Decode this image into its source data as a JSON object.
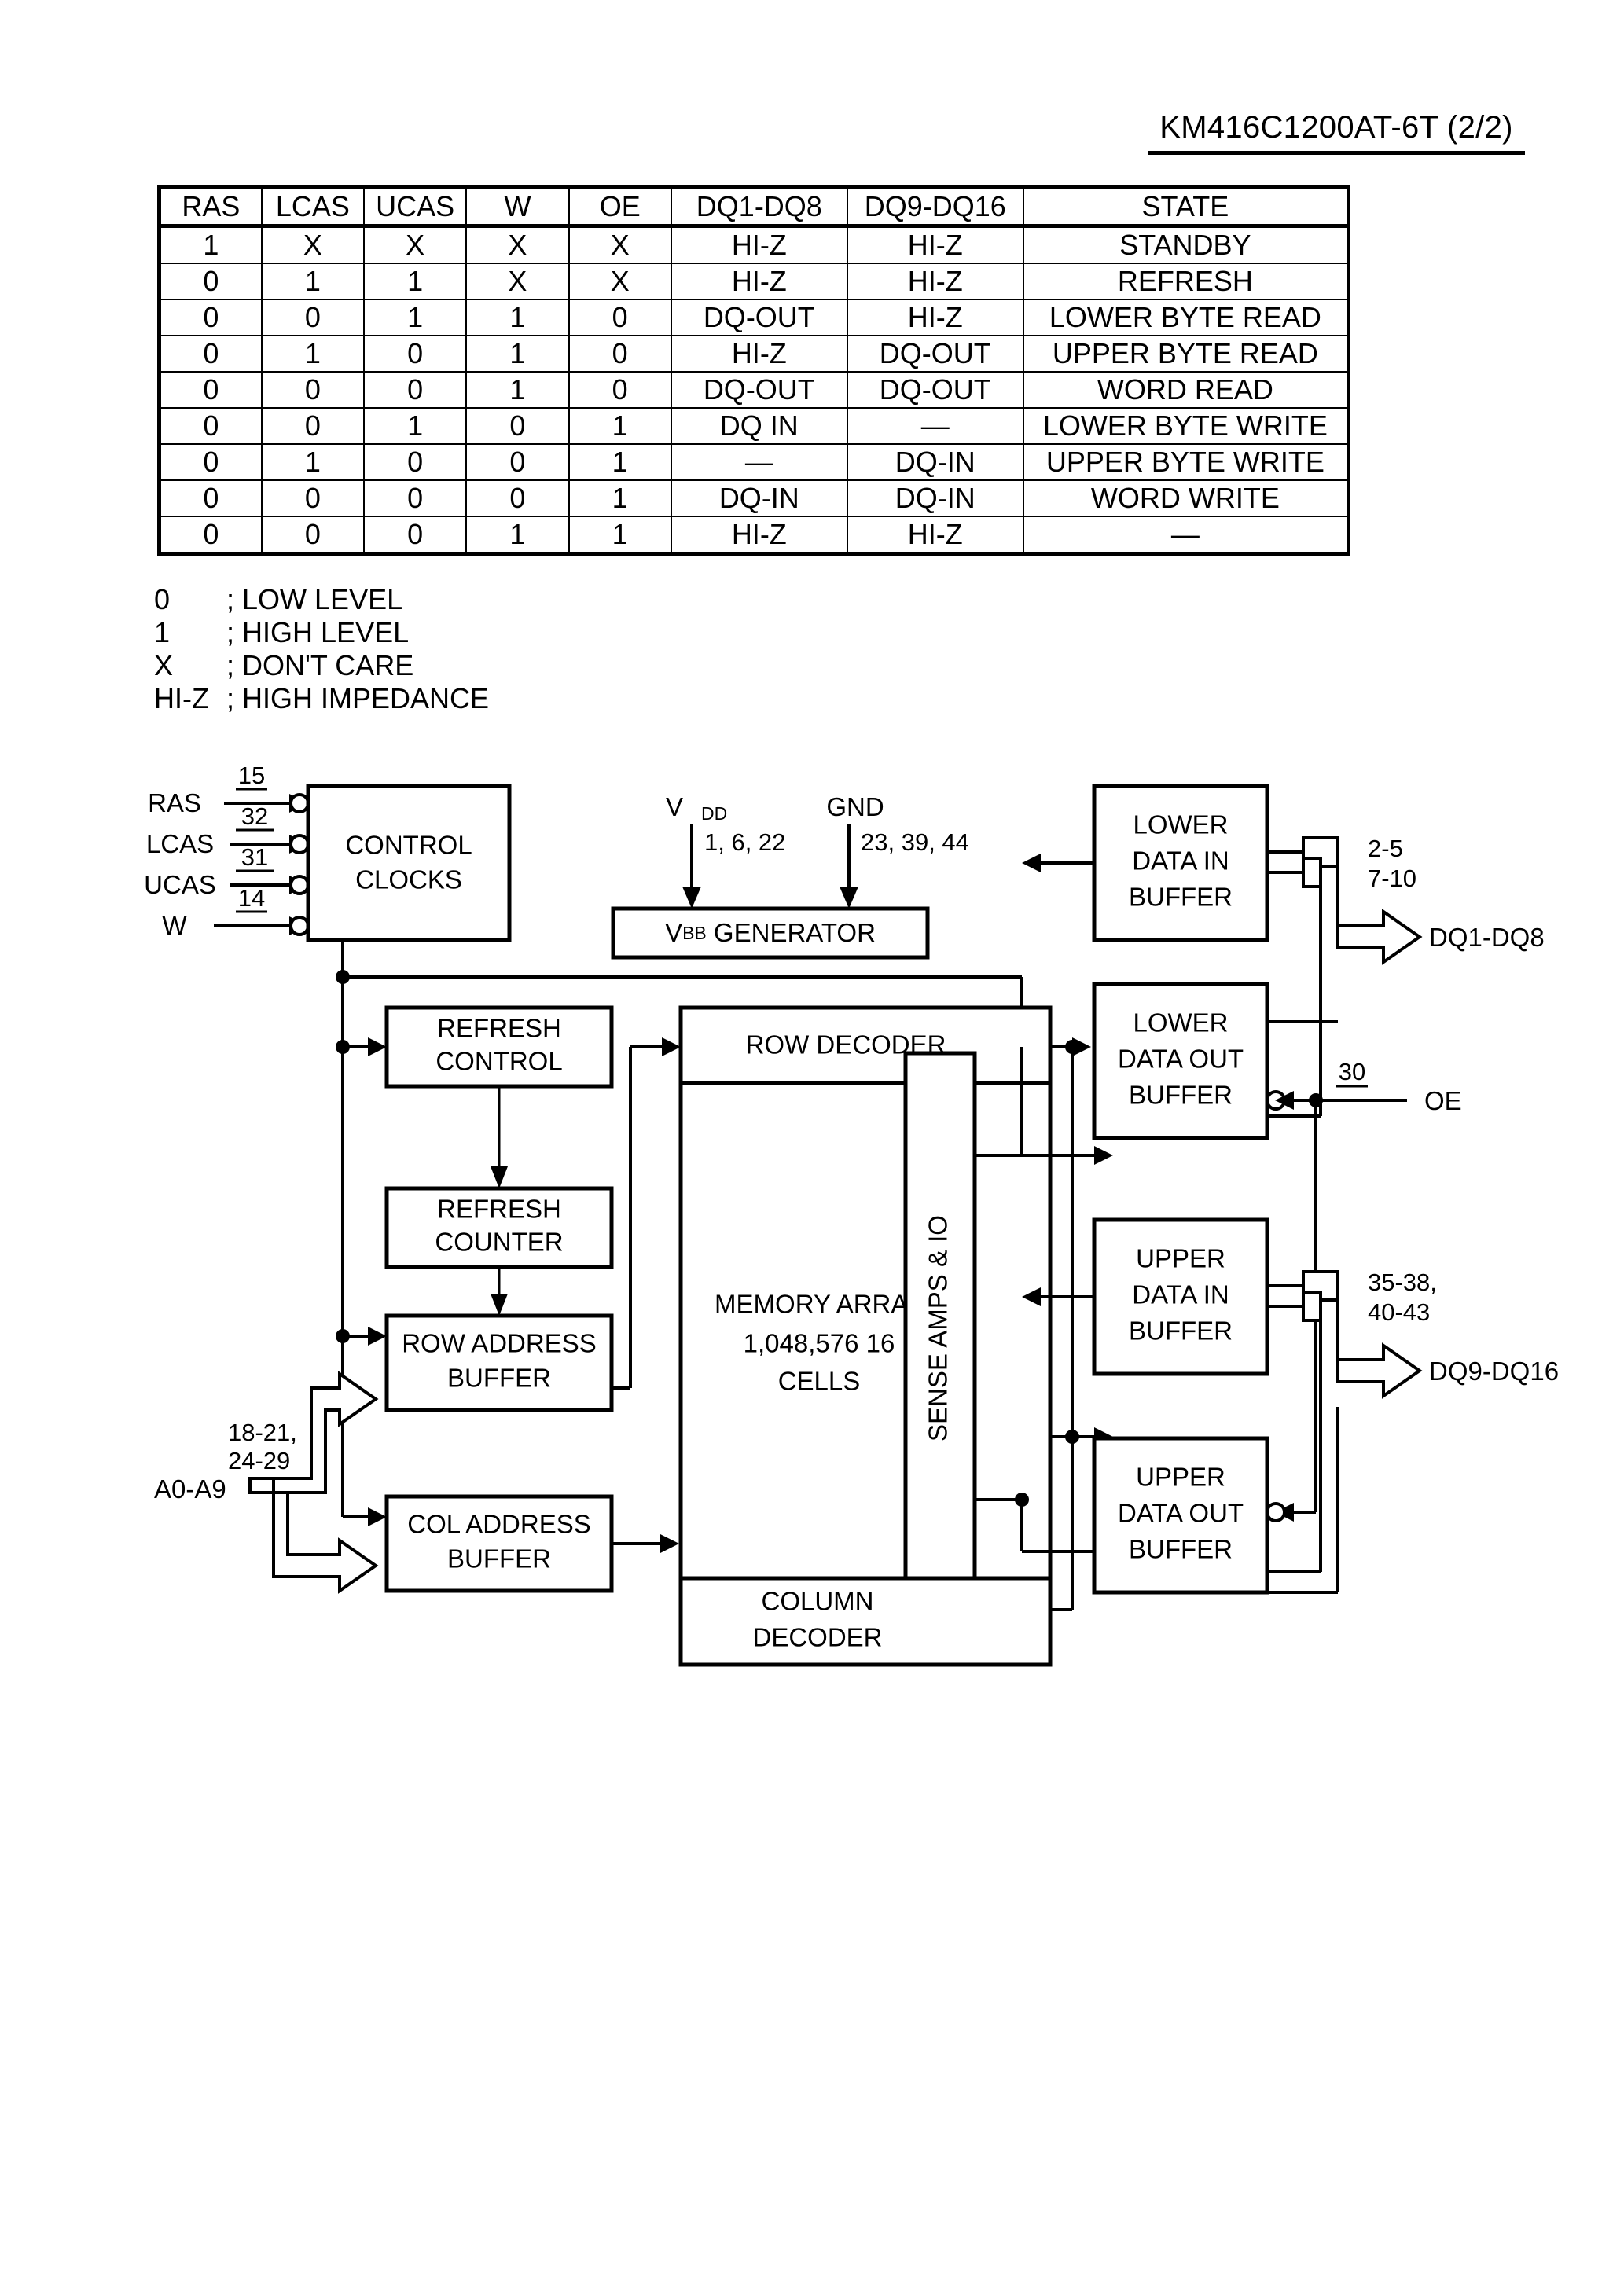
{
  "header": {
    "part_number": "KM416C1200AT-6T (2/2)"
  },
  "truth_table": {
    "columns": [
      "RAS",
      "LCAS",
      "UCAS",
      "W",
      "OE",
      "DQ1-DQ8",
      "DQ9-DQ16",
      "STATE"
    ],
    "rows": [
      [
        "1",
        "X",
        "X",
        "X",
        "X",
        "HI-Z",
        "HI-Z",
        "STANDBY"
      ],
      [
        "0",
        "1",
        "1",
        "X",
        "X",
        "HI-Z",
        "HI-Z",
        "REFRESH"
      ],
      [
        "0",
        "0",
        "1",
        "1",
        "0",
        "DQ-OUT",
        "HI-Z",
        "LOWER BYTE READ"
      ],
      [
        "0",
        "1",
        "0",
        "1",
        "0",
        "HI-Z",
        "DQ-OUT",
        "UPPER BYTE READ"
      ],
      [
        "0",
        "0",
        "0",
        "1",
        "0",
        "DQ-OUT",
        "DQ-OUT",
        "WORD READ"
      ],
      [
        "0",
        "0",
        "1",
        "0",
        "1",
        "DQ IN",
        "—",
        "LOWER BYTE WRITE"
      ],
      [
        "0",
        "1",
        "0",
        "0",
        "1",
        "—",
        "DQ-IN",
        "UPPER BYTE WRITE"
      ],
      [
        "0",
        "0",
        "0",
        "0",
        "1",
        "DQ-IN",
        "DQ-IN",
        "WORD WRITE"
      ],
      [
        "0",
        "0",
        "0",
        "1",
        "1",
        "HI-Z",
        "HI-Z",
        "—"
      ]
    ]
  },
  "legend": [
    {
      "symbol": "0",
      "separator": ";",
      "meaning": "LOW LEVEL"
    },
    {
      "symbol": "1",
      "separator": ";",
      "meaning": "HIGH LEVEL"
    },
    {
      "symbol": "X",
      "separator": ";",
      "meaning": "DON'T CARE"
    },
    {
      "symbol": "HI-Z",
      "separator": ";",
      "meaning": "HIGH IMPEDANCE"
    }
  ],
  "block_diagram": {
    "blocks": {
      "control_clocks": {
        "line1": "CONTROL",
        "line2": "CLOCKS"
      },
      "vbb_generator": {
        "prefix": "V",
        "subscript": "BB",
        "suffix": " GENERATOR"
      },
      "refresh_control": {
        "line1": "REFRESH",
        "line2": "CONTROL"
      },
      "refresh_counter": {
        "line1": "REFRESH",
        "line2": "COUNTER"
      },
      "row_address_buffer": {
        "line1": "ROW ADDRESS",
        "line2": "BUFFER"
      },
      "col_address_buffer": {
        "line1": "COL ADDRESS",
        "line2": "BUFFER"
      },
      "row_decoder": {
        "line1": "ROW DECODER"
      },
      "memory_array": {
        "line1": "MEMORY ARRAY",
        "line2": "1,048,576  16",
        "line3": "CELLS"
      },
      "column_decoder": {
        "line1": "COLUMN",
        "line2": "DECODER"
      },
      "sense_amps": {
        "line1": "SENSE AMPS & IO"
      },
      "lower_data_in": {
        "line1": "LOWER",
        "line2": "DATA IN",
        "line3": "BUFFER"
      },
      "lower_data_out": {
        "line1": "LOWER",
        "line2": "DATA OUT",
        "line3": "BUFFER"
      },
      "upper_data_in": {
        "line1": "UPPER",
        "line2": "DATA IN",
        "line3": "BUFFER"
      },
      "upper_data_out": {
        "line1": "UPPER",
        "line2": "DATA OUT",
        "line3": "BUFFER"
      }
    },
    "signals": {
      "ras": {
        "name": "RAS",
        "pin": "15"
      },
      "lcas": {
        "name": "LCAS",
        "pin": "32"
      },
      "ucas": {
        "name": "UCAS",
        "pin": "31"
      },
      "w": {
        "name": "W",
        "pin": "14"
      },
      "oe": {
        "name": "OE",
        "pin": "30"
      },
      "vdd": {
        "name": "V",
        "subscript": "DD",
        "pins": "1, 6, 22"
      },
      "gnd": {
        "name": "GND",
        "pins": "23, 39, 44"
      },
      "addr": {
        "name": "A0-A9",
        "pins_line1": "18-21,",
        "pins_line2": "24-29"
      },
      "dq_lower": {
        "name": "DQ1-DQ8",
        "pins_line1": "2-5",
        "pins_line2": "7-10"
      },
      "dq_upper": {
        "name": "DQ9-DQ16",
        "pins_line1": "35-38,",
        "pins_line2": "40-43"
      }
    }
  }
}
